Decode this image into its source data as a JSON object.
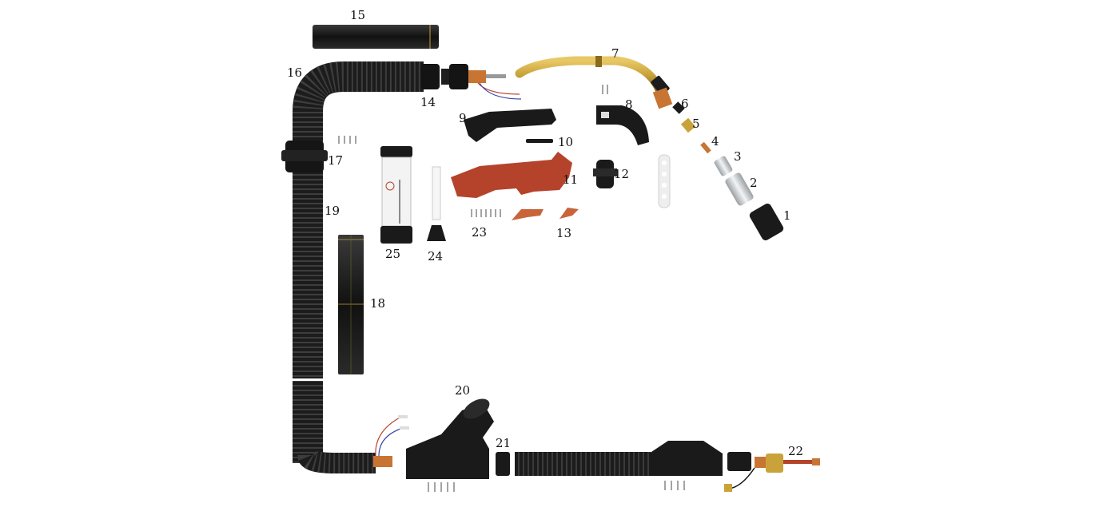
{
  "parts": [
    {
      "id": "1",
      "label": "1"
    },
    {
      "id": "2",
      "label": "2"
    },
    {
      "id": "3",
      "label": "3"
    },
    {
      "id": "4",
      "label": "4"
    },
    {
      "id": "5",
      "label": "5"
    },
    {
      "id": "6",
      "label": "6"
    },
    {
      "id": "7",
      "label": "7"
    },
    {
      "id": "8",
      "label": "8"
    },
    {
      "id": "9",
      "label": "9"
    },
    {
      "id": "10",
      "label": "10"
    },
    {
      "id": "11",
      "label": "11"
    },
    {
      "id": "12",
      "label": "12"
    },
    {
      "id": "13",
      "label": "13"
    },
    {
      "id": "14",
      "label": "14"
    },
    {
      "id": "15",
      "label": "15"
    },
    {
      "id": "16",
      "label": "16"
    },
    {
      "id": "17",
      "label": "17"
    },
    {
      "id": "18",
      "label": "18"
    },
    {
      "id": "19",
      "label": "19"
    },
    {
      "id": "20",
      "label": "20"
    },
    {
      "id": "21",
      "label": "21"
    },
    {
      "id": "22",
      "label": "22"
    },
    {
      "id": "23",
      "label": "23"
    },
    {
      "id": "24",
      "label": "24"
    },
    {
      "id": "25",
      "label": "25"
    }
  ],
  "colors": {
    "rubber": "#1e1e1e",
    "brass": "#c9a23a",
    "copper": "#c87533",
    "handle_red": "#b5432b",
    "chrome": "#cfd3d6"
  }
}
